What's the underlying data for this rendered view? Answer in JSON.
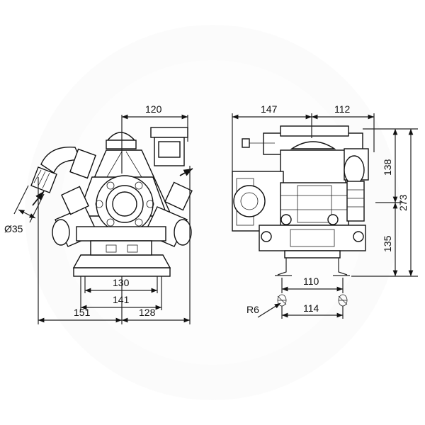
{
  "drawing": {
    "front_view": {
      "dims": {
        "top_width": "120",
        "port_diameter": "Ø35",
        "base_inner": "130",
        "base_outer": "141",
        "left_half": "151",
        "right_half": "128"
      }
    },
    "side_view": {
      "dims": {
        "top_left": "147",
        "top_right": "112",
        "upper_height": "138",
        "total_height": "273",
        "lower_height": "135",
        "foot_inner": "110",
        "hole_radius": "R6",
        "foot_outer": "114"
      }
    },
    "colors": {
      "line": "#111111",
      "watermark": "#f3f3f3"
    }
  }
}
